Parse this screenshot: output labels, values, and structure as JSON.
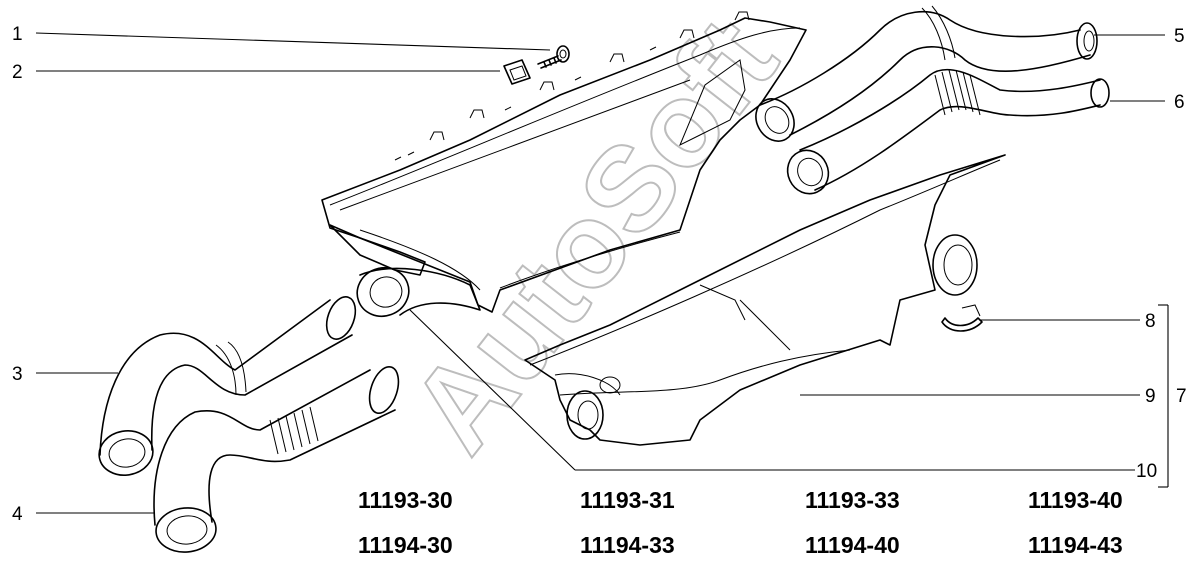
{
  "watermark": "AutoSoft",
  "callouts": [
    {
      "num": "1",
      "side": "left"
    },
    {
      "num": "2",
      "side": "left"
    },
    {
      "num": "3",
      "side": "left"
    },
    {
      "num": "4",
      "side": "left"
    },
    {
      "num": "5",
      "side": "right"
    },
    {
      "num": "6",
      "side": "right"
    },
    {
      "num": "8",
      "side": "right"
    },
    {
      "num": "9",
      "side": "right"
    },
    {
      "num": "7",
      "side": "right"
    },
    {
      "num": "10",
      "side": "right"
    }
  ],
  "model_codes": [
    [
      "11193-30",
      "11193-31",
      "11193-33",
      "11193-40"
    ],
    [
      "11194-30",
      "11194-33",
      "11194-40",
      "11194-43"
    ]
  ]
}
